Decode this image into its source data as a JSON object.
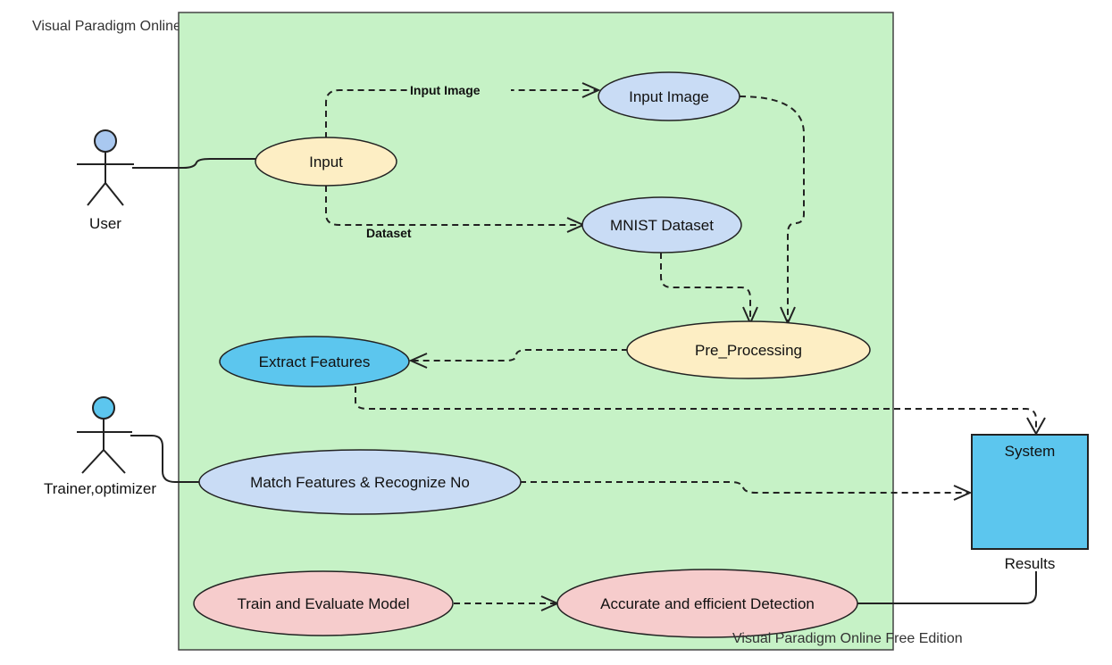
{
  "watermark": "Visual Paradigm Online Free Edition",
  "colors": {
    "boundary": "#c6f2c6",
    "yellow": "#fdeec4",
    "light_blue": "#c9dcf5",
    "cyan": "#5cc6ee",
    "pink": "#f6cccc",
    "system": "#5cc6ee",
    "actor_head": "#a9c8f0"
  },
  "actors": {
    "user": "User",
    "trainer": "Trainer,optimizer"
  },
  "use_cases": {
    "input": "Input",
    "input_image": "Input Image",
    "mnist_dataset": "MNIST Dataset",
    "pre_processing": "Pre_Processing",
    "extract_features": "Extract Features",
    "match_features": "Match Features & Recognize No",
    "train_evaluate": "Train and Evaluate Model",
    "accurate_detection": "Accurate and efficient Detection"
  },
  "edge_labels": {
    "input_image": "Input Image",
    "dataset": "Dataset"
  },
  "system": {
    "title": "System",
    "results": "Results"
  }
}
